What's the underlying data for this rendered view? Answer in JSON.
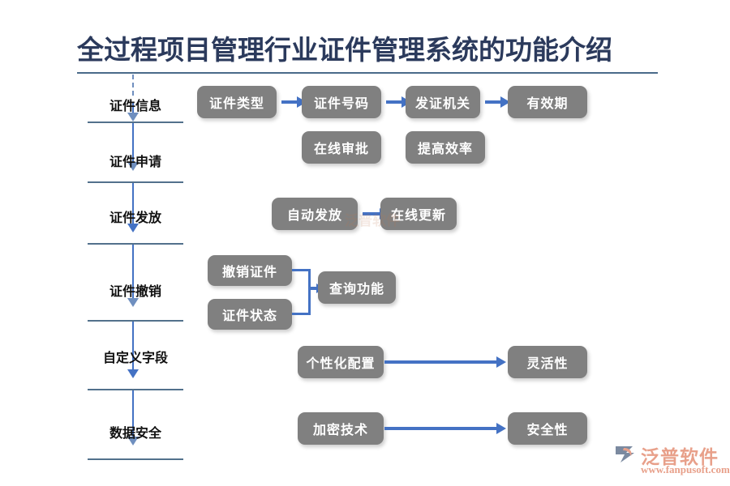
{
  "title": "全过程项目管理行业证件管理系统的功能介绍",
  "stages": [
    {
      "label": "证件信息"
    },
    {
      "label": "证件申请"
    },
    {
      "label": "证件发放"
    },
    {
      "label": "证件撤销"
    },
    {
      "label": "自定义字段"
    },
    {
      "label": "数据安全"
    }
  ],
  "rows": {
    "row1": {
      "boxes": [
        "证件类型",
        "证件号码",
        "发证机关",
        "有效期"
      ]
    },
    "row2": {
      "boxes": [
        "在线审批",
        "提高效率"
      ]
    },
    "row3": {
      "boxes": [
        "自动发放",
        "在线更新"
      ]
    },
    "row4": {
      "sources": [
        "撤销证件",
        "证件状态"
      ],
      "target": "查询功能"
    },
    "row5": {
      "source": "个性化配置",
      "target": "灵活性"
    },
    "row6": {
      "source": "加密技术",
      "target": "安全性"
    }
  },
  "logo": {
    "name": "泛普软件",
    "url": "www.fanpusoft.com",
    "mark": "swoosh-icon"
  },
  "watermark": "泛普软件",
  "colors": {
    "title": "#2b3a5c",
    "box_fill": "#808080",
    "box_text": "#ffffff",
    "arrow": "#4472c4",
    "divider": "#52718c",
    "logo": "#e8a08a"
  }
}
